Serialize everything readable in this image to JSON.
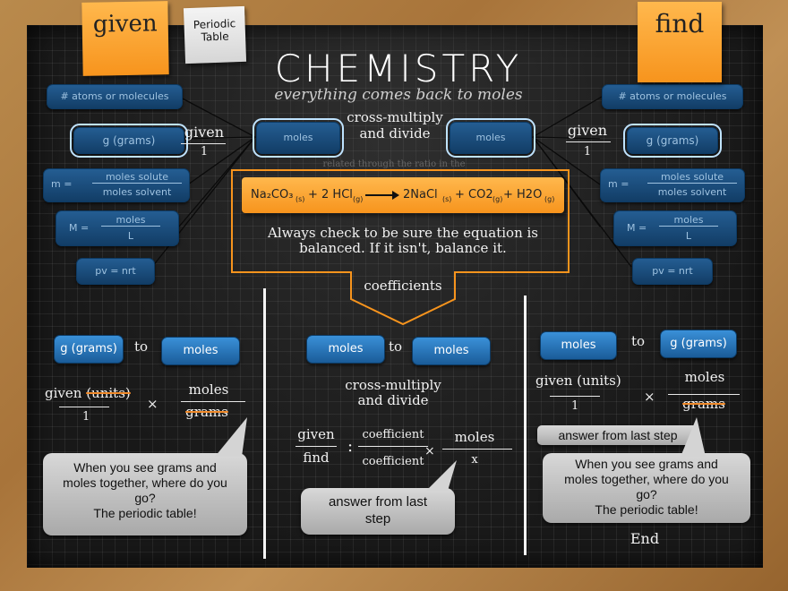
{
  "notes": {
    "given": "given",
    "find": "find",
    "periodic_table": "Periodic Table"
  },
  "title": "CHEMISTRY",
  "subtitle": "everything comes back to moles",
  "left_column": {
    "atoms": "# atoms or molecules",
    "grams": "g (grams)",
    "molality_left": "m =",
    "molality_num": "moles solute",
    "molality_den": "moles solvent",
    "molarity_left": "M =",
    "molarity_num": "moles",
    "molarity_den": "L",
    "gas": "pv = nrt"
  },
  "right_column": {
    "atoms": "# atoms or molecules",
    "grams": "g (grams)",
    "molality_left": "m =",
    "molality_num": "moles solute",
    "molality_den": "moles solvent",
    "molarity_left": "M =",
    "molarity_num": "moles",
    "molarity_den": "L",
    "gas": "pv = nrt"
  },
  "top_center": {
    "given": "given",
    "one": "1",
    "moles_left": "moles",
    "moles_right": "moles",
    "cross_multiply": "cross-multiply",
    "and_divide": "and divide",
    "given_right": "given",
    "one_right": "1",
    "related_text": "related through the ratio in the"
  },
  "equation": {
    "na2co3": "Na₂CO₃",
    "s1": "(s)",
    "plus1": "+ 2 HCl",
    "g1": "(g)",
    "nacl": "2NaCl",
    "s2": "(s)",
    "plus2": "+ CO2",
    "g2": "(g)",
    "plus3": "+ H2O",
    "g3": "(g)"
  },
  "balance_note_1": "Always check to be sure the equation is",
  "balance_note_2": "balanced. If it isn't, balance it.",
  "coefficients": "coefficients",
  "step1": {
    "from": "g (grams)",
    "to_word": "to",
    "to": "moles",
    "given": "given",
    "units": "(units)",
    "one": "1",
    "times": "×",
    "moles": "moles",
    "grams": "grams",
    "bubble": [
      "When you see grams and",
      "moles together, where do you",
      "go?",
      "The periodic table!"
    ]
  },
  "step2": {
    "from": "moles",
    "to_word": "to",
    "to": "moles",
    "cross_multiply": "cross-multiply",
    "and_divide": "and divide",
    "given": "given",
    "find": "find",
    "colon": ":",
    "coef_num": "coefficient",
    "coef_den": "coefficient",
    "times": "×",
    "moles": "moles",
    "x": "x",
    "bubble": [
      "answer from last",
      "step"
    ]
  },
  "step3": {
    "from": "moles",
    "to_word": "to",
    "to": "g (grams)",
    "given": "given (units)",
    "one": "1",
    "times": "×",
    "moles": "moles",
    "grams": "grams",
    "answer": "answer from last step",
    "bubble": [
      "When you see grams and",
      "moles together, where do you",
      "go?",
      "The periodic table!"
    ],
    "end": "End"
  },
  "colors": {
    "orange": "#f7941d",
    "blue": "#2a6fb0",
    "chalk": "#f2f2f2",
    "bubble": "#c0c0c0"
  }
}
